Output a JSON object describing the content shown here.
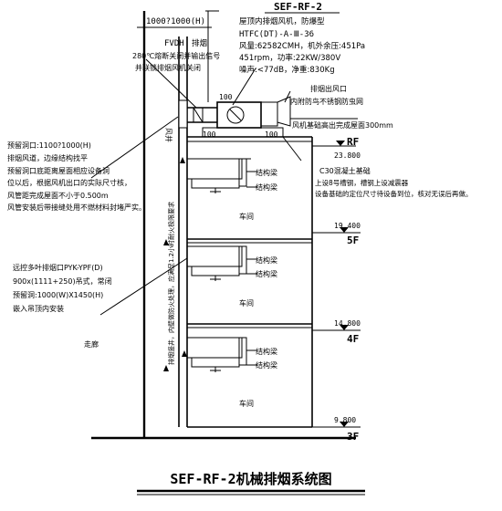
{
  "title": "SEF-RF-2机械排烟系统图",
  "equipment": {
    "tag": "SEF-RF-2",
    "line1": "屋顶内排烟风机，防爆型",
    "line2": "HTFC(DT)-A-Ⅲ-36",
    "line3": "风量:62582CMH，机外余压:451Pa",
    "line4": "451rpm，功率:22KW/380V",
    "line5": "噪声:<77dB，净重:830Kg"
  },
  "duct_top_size": "1000?1000(H)",
  "fvdh": {
    "tag": "FVDH",
    "suffix": "排烟",
    "line2": "280℃熔断关闭并输出信号",
    "line3": "并联锁排烟风机关闭"
  },
  "right_notes": {
    "outlet": "排烟出风口",
    "outlet_sub": "内附防鸟不锈钢防虫网",
    "base_height": "风机基础高出完成屋面300mm",
    "concrete": "C30混凝土基础",
    "concrete_sub1": "上设8号槽钢，槽钢上设减震器",
    "concrete_sub2": "设备基础的定位尺寸待设备到位，核对无误后再做。"
  },
  "left_notes": {
    "opening_1": "预留洞口:1100?1000(H)",
    "opening_2": "排烟风道，边缘结构找平",
    "opening_3": "预留洞口底距离屋面相应设备洞",
    "opening_4": "位以后，根据风机出口的实际尺寸核，",
    "opening_5": "风管距完成屋面不小于0.500m",
    "opening_6": "风管安装后带接缝处用不燃材料封堵严实。",
    "louver_1": "远控多叶排烟口PYK-YPF(D)",
    "louver_2": "900x(1111+250)吊式，常闭",
    "louver_3": "预留洞:1000(W)X1450(H)",
    "louver_4": "嵌入吊顶内安装",
    "room_left": "走廊"
  },
  "shaft_label": "风井",
  "shaft_vertical_note": "排烟竖井，内壁做防火处理，应满足1.2小时耐火极限要求",
  "dims": {
    "top": "100",
    "side_left": "100",
    "side_right": "100"
  },
  "floors": [
    {
      "label": "RF",
      "elev": "23.800"
    },
    {
      "label": "5F",
      "elev": "19.400"
    },
    {
      "label": "4F",
      "elev": "14.800"
    },
    {
      "label": "3F",
      "elev": "9.800"
    }
  ],
  "floor_items": {
    "beam": "结构梁",
    "room": "车间"
  }
}
